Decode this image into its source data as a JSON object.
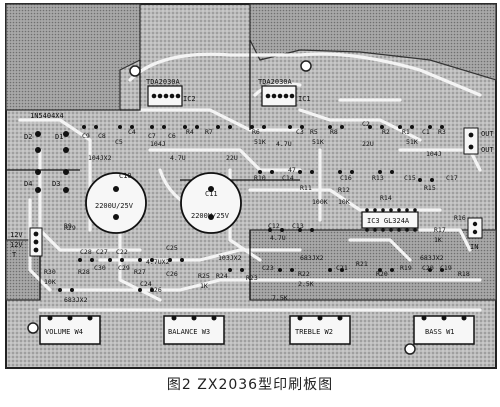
{
  "caption": "图2  ZX2036型印刷板图",
  "ics": {
    "ic2_type": "TDA2030A",
    "ic2_ref": "IC2",
    "ic1_type": "TDA2030A",
    "ic1_ref": "IC1",
    "ic3": "IC3 GL324A"
  },
  "connectors": {
    "power_12v_top": "12V",
    "power_12v_bottom": "12V",
    "power_t": "T",
    "input": "IN",
    "out_top": "OUT",
    "out_bottom": "OUT"
  },
  "pots": {
    "volume": "VOLUME W4",
    "balance": "BALANCE W3",
    "treble": "TREBLE W2",
    "bass": "BASS W1"
  },
  "diodes": {
    "title": "1N5404X4",
    "d2": "D2",
    "d1": "D1",
    "d4": "D4",
    "d3": "D3"
  },
  "big_caps": {
    "c10_ref": "C10",
    "c10_val": "2200U/25V",
    "c11_ref": "C11",
    "c11_val": "2200U/25V"
  },
  "labels": {
    "c9": "C9",
    "c8": "C8",
    "c7": "C7",
    "c6": "C6",
    "r4": "R4",
    "r5": "R5",
    "r6": "R6",
    "r7": "R7",
    "r8": "R8",
    "c3": "C3",
    "c2": "C2",
    "r1": "R1",
    "r2": "R2",
    "r3": "R3",
    "c1": "C1",
    "c4": "C4",
    "c5": "C5",
    "v104j2": "104J",
    "v104jx2": "104JX2",
    "v4u7a": "4.7U",
    "v22u": "22U",
    "v51k_a": "51K",
    "v4u7b": "4.7U",
    "v51k_b": "51K",
    "v22u_b": "22U",
    "v104j_b": "104J",
    "v51k_c": "51K",
    "r10": "R10",
    "r11": "R11",
    "c14": "C14",
    "c16": "C16",
    "r13": "R13",
    "r14": "R14",
    "r15": "R15",
    "c17": "C17",
    "r9": "R9",
    "r12": "R12",
    "c15": "C15",
    "c12": "C12",
    "c13": "C13",
    "r16": "R16",
    "r17": "R17",
    "r29": "R29",
    "c28": "C28",
    "c27": "C27",
    "c22": "C22",
    "c25": "C25",
    "c26": "C26",
    "c30": "C30",
    "c29": "C29",
    "c24": "C24",
    "r30": "R30",
    "r28": "R28",
    "r27": "R27",
    "r26": "R26",
    "r25": "R25",
    "r24": "R24",
    "r23": "R23",
    "r22": "R22",
    "c23": "C23",
    "c21": "C21",
    "r21": "R21",
    "r20": "R20",
    "r19": "R19",
    "c20": "C20",
    "c19": "C19",
    "r18": "R18",
    "v103jx2": "103JX2",
    "v683jx2": "683JX2",
    "v683jx2_b": "683JX2",
    "v683jx2_c": "683JX2",
    "v47uz2": "4.7UX2",
    "v10k": "10K",
    "v1k": "1K",
    "v7_5k": "7.5K",
    "v2_5k": "2.5K",
    "v100k": "100K",
    "v4_7u": "4.7U",
    "v10k_b": "10K",
    "v1k_b": "1K",
    "v47": "47"
  }
}
